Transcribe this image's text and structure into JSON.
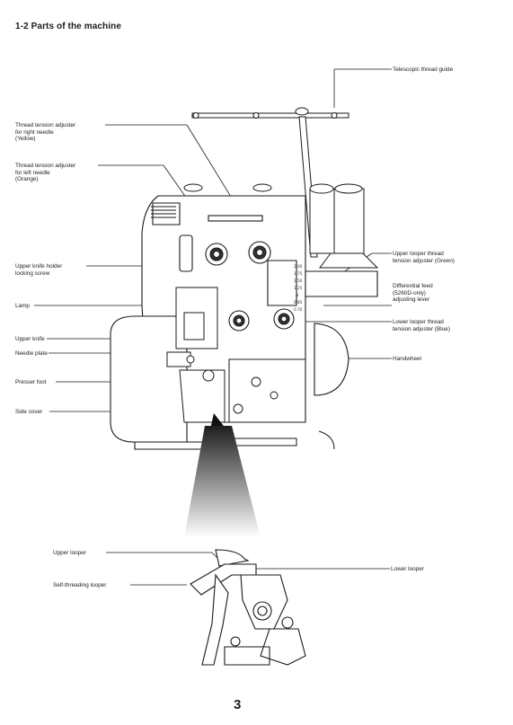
{
  "section_heading": "1-2  Parts of the machine",
  "labels": {
    "telescopic_thread_guide": "Telescopic thread guide",
    "tension_right_needle": "Thread tension adjuster\nfor right needle\n(Yellow)",
    "tension_left_needle": "Thread tension adjuster\nfor left needle\n(Orange)",
    "upper_knife_holder_screw": "Upper knife holder\nlocking screw",
    "lamp": "Lamp",
    "upper_knife": "Upper knife",
    "needle_plate": "Needle plate",
    "presser_foot": "Presser foot",
    "side_cover": "Side cover",
    "upper_looper_tension": "Upper looper thread\ntension adjuster (Green)",
    "differential_feed": "Differential feed\n(5260D-only)\nadjusting lever",
    "lower_looper_tension": "Lower looper thread\ntension adjuster (Blue)",
    "handwheel": "Handwheel",
    "upper_looper": "Upper looper",
    "self_threading_looper": "Self-threading looper",
    "lower_looper": "Lower looper"
  },
  "scale_marks": [
    "2.00",
    "1.75",
    "1.50",
    "1.25",
    "N",
    "0.85",
    "0.70"
  ],
  "page_number": "3"
}
